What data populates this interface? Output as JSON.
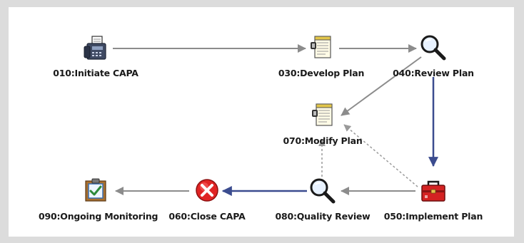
{
  "diagram": {
    "nodes": [
      {
        "id": "010",
        "label": "010:Initiate CAPA",
        "icon": "fax-machine-icon"
      },
      {
        "id": "030",
        "label": "030:Develop Plan",
        "icon": "notepad-icon"
      },
      {
        "id": "040",
        "label": "040:Review Plan",
        "icon": "magnifier-icon"
      },
      {
        "id": "070",
        "label": "070:Modify Plan",
        "icon": "notepad-icon"
      },
      {
        "id": "050",
        "label": "050:Implement Plan",
        "icon": "toolbox-icon"
      },
      {
        "id": "080",
        "label": "080:Quality Review",
        "icon": "magnifier-icon"
      },
      {
        "id": "060",
        "label": "060:Close CAPA",
        "icon": "red-x-icon"
      },
      {
        "id": "090",
        "label": "090:Ongoing Monitoring",
        "icon": "clipboard-check-icon"
      }
    ],
    "edges": [
      {
        "from": "010",
        "to": "030",
        "style": "solid",
        "color": "#8c8c8c"
      },
      {
        "from": "030",
        "to": "040",
        "style": "solid",
        "color": "#8c8c8c"
      },
      {
        "from": "040",
        "to": "070",
        "style": "solid",
        "color": "#8c8c8c"
      },
      {
        "from": "040",
        "to": "050",
        "style": "solid",
        "color": "#3b4c8f"
      },
      {
        "from": "050",
        "to": "080",
        "style": "solid",
        "color": "#8c8c8c"
      },
      {
        "from": "050",
        "to": "070",
        "style": "dotted",
        "color": "#9a9a9a"
      },
      {
        "from": "080",
        "to": "070",
        "style": "dotted",
        "color": "#9a9a9a"
      },
      {
        "from": "080",
        "to": "060",
        "style": "solid",
        "color": "#3b4c8f"
      },
      {
        "from": "060",
        "to": "090",
        "style": "solid",
        "color": "#8c8c8c"
      }
    ]
  }
}
